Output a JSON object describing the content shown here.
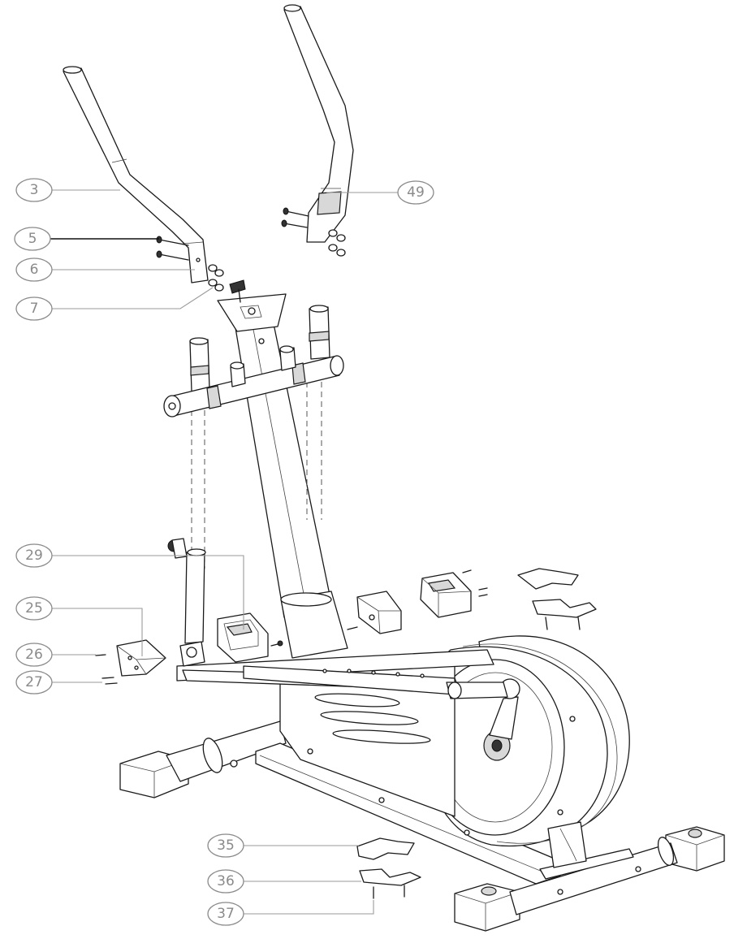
{
  "callouts": [
    {
      "id": "c3",
      "label": "3"
    },
    {
      "id": "c49",
      "label": "49"
    },
    {
      "id": "c5",
      "label": "5"
    },
    {
      "id": "c6",
      "label": "6"
    },
    {
      "id": "c7",
      "label": "7"
    },
    {
      "id": "c29",
      "label": "29"
    },
    {
      "id": "c25",
      "label": "25"
    },
    {
      "id": "c26",
      "label": "26"
    },
    {
      "id": "c27",
      "label": "27"
    },
    {
      "id": "c35",
      "label": "35"
    },
    {
      "id": "c36",
      "label": "36"
    },
    {
      "id": "c37",
      "label": "37"
    }
  ]
}
